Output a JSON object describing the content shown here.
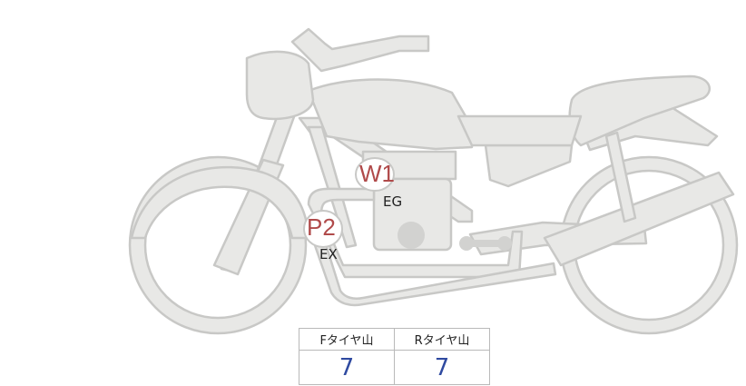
{
  "colors": {
    "body_fill": "#e8e8e6",
    "body_stroke": "#c8c8c6",
    "marker_text": "#b04a4a",
    "value_text": "#2f4aa0",
    "table_border": "#b9b9b9",
    "hub": "#d2d2d0"
  },
  "markers": {
    "w1": {
      "code": "W1",
      "sub": "EG"
    },
    "p2": {
      "code": "P2",
      "sub": "EX"
    }
  },
  "tread_table": {
    "headers": [
      "Fタイヤ山",
      "Rタイヤ山"
    ],
    "values": [
      "7",
      "7"
    ]
  }
}
